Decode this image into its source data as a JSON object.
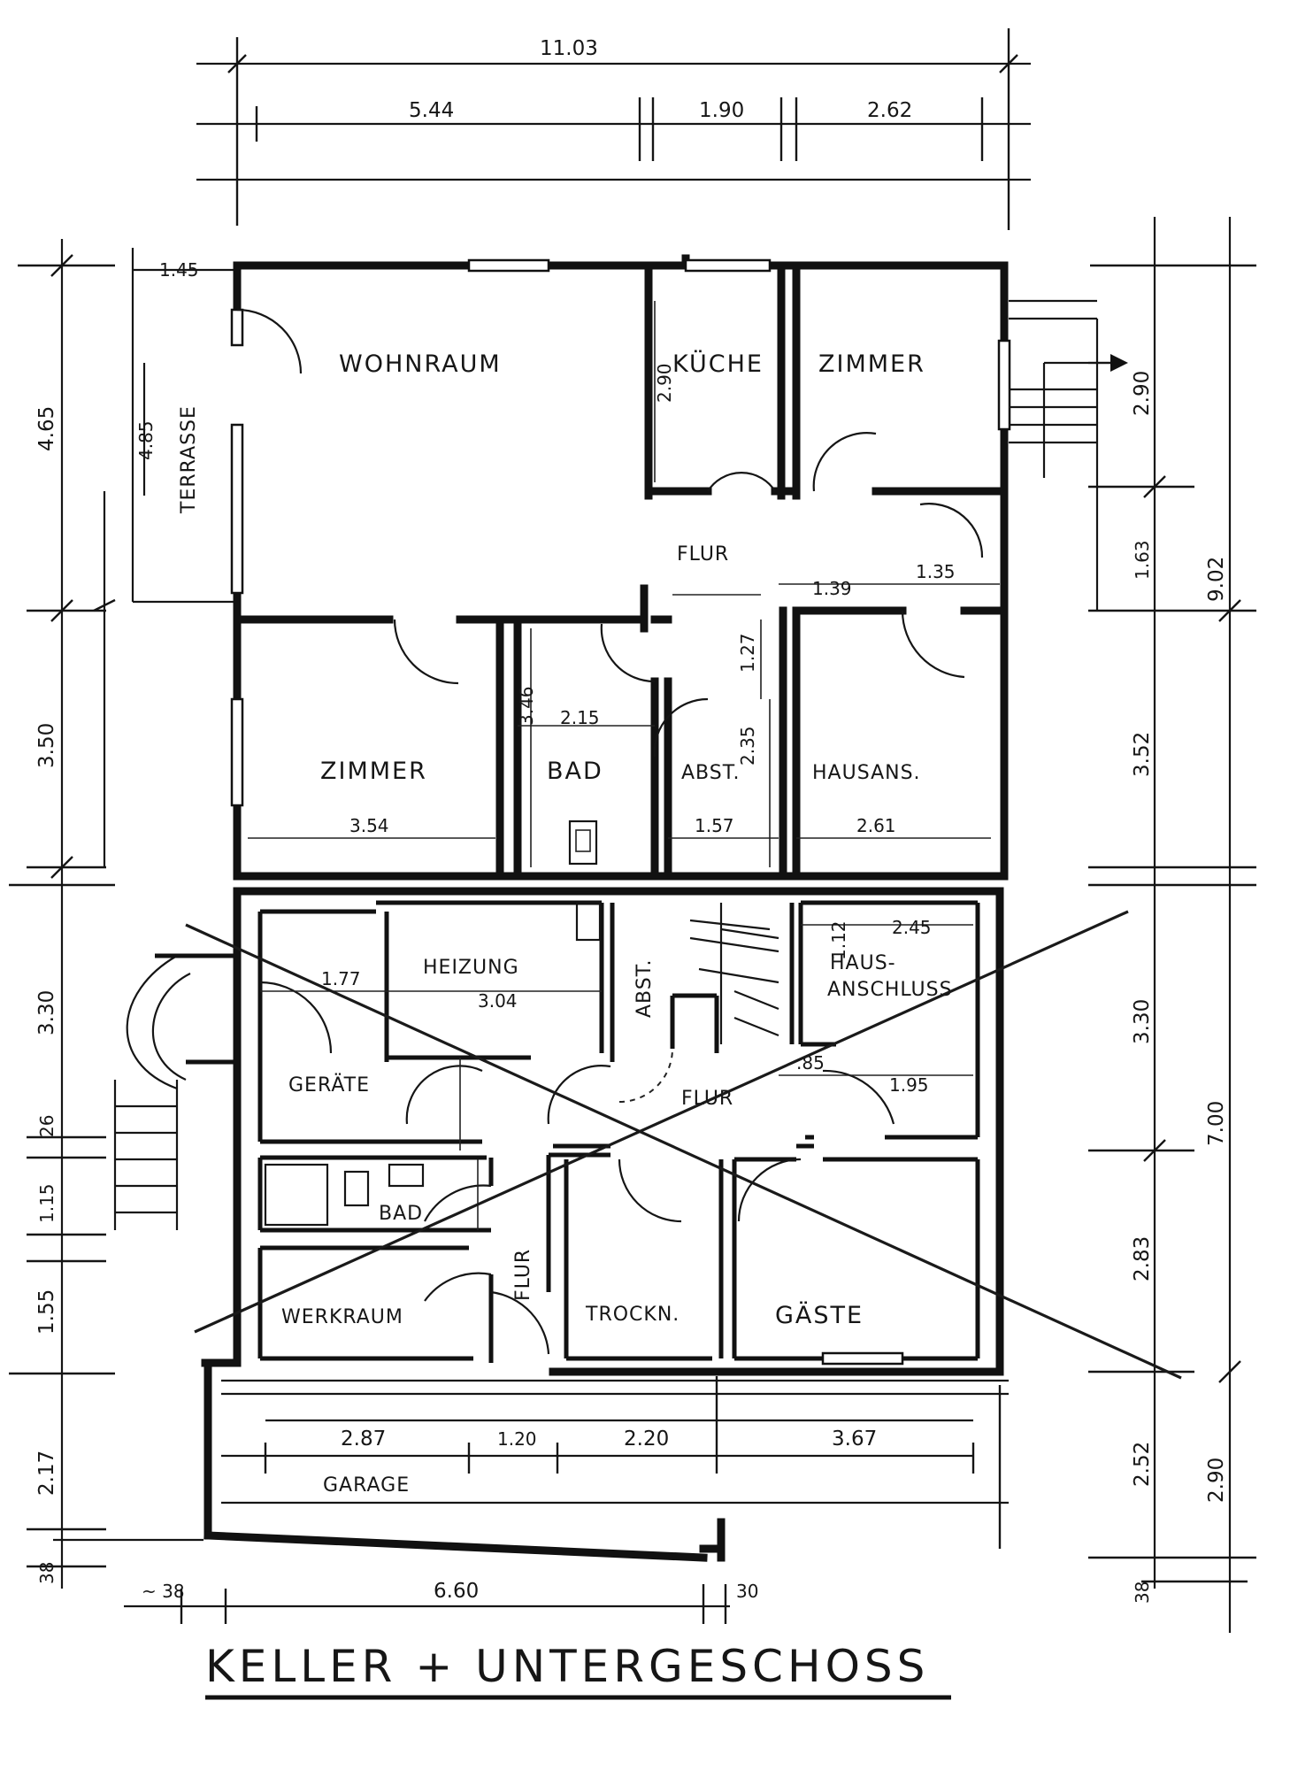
{
  "title": "KELLER + UNTERGESCHOSS",
  "upper_floor": {
    "rooms": {
      "wohnraum": "WOHNRAUM",
      "kueche": "KÜCHE",
      "zimmer_ne": "ZIMMER",
      "flur": "FLUR",
      "zimmer_sw": "ZIMMER",
      "bad": "BAD",
      "abst": "ABST.",
      "hausans": "HAUSANS."
    },
    "terrace": "TERRASSE",
    "dims": {
      "total_width": "11.03",
      "seg_1": "5.44",
      "seg_2": "1.90",
      "seg_3": "2.62",
      "terrace_w": "1.45",
      "terrace_h": "4.85",
      "left_a": "4.65",
      "left_b": "3.50",
      "kueche_h": "2.90",
      "stair_h": "2.90",
      "right_a": "1.63",
      "right_total": "9.02",
      "right_b": "3.52",
      "flur_a": "1.39",
      "flur_b": "1.35",
      "abst_h": "1.27",
      "bad_h": "3.46",
      "bad_w": "2.15",
      "abst_h2": "2.35",
      "zimmer_w": "3.54",
      "abst_w": "1.57",
      "hausans_w": "2.61"
    }
  },
  "lower_floor": {
    "rooms": {
      "heizung": "HEIZUNG",
      "abst": "ABST.",
      "hausanschluss_1": "HAUS-",
      "hausanschluss_2": "ANSCHLUSS",
      "geraete": "GERÄTE",
      "flur": "FLUR",
      "bad": "BAD",
      "flur2": "FLUR",
      "werkraum": "WERKRAUM",
      "trockn": "TROCKN.",
      "gaeste": "GÄSTE",
      "garage": "GARAGE"
    },
    "dims": {
      "geraete_w": "1.77",
      "heizung_w": "3.04",
      "hausan_a": "1.12",
      "hausan_b": "2.45",
      "flur_a": ".85",
      "flur_b": "1.95",
      "left_a": "3.30",
      "left_b": "26",
      "left_c": "1.15",
      "left_d": "1.55",
      "left_e": "2.17",
      "left_f": "38",
      "right_a": "3.30",
      "right_total": "7.00",
      "right_b": "2.83",
      "right_c": "2.52",
      "right_d": "2.90",
      "right_e": "38",
      "garage_1": "2.87",
      "garage_2": "1.20",
      "garage_3": "2.20",
      "garage_4": "3.67",
      "bottom_a": "~ 38",
      "bottom_b": "6.60",
      "bottom_c": "30"
    }
  }
}
